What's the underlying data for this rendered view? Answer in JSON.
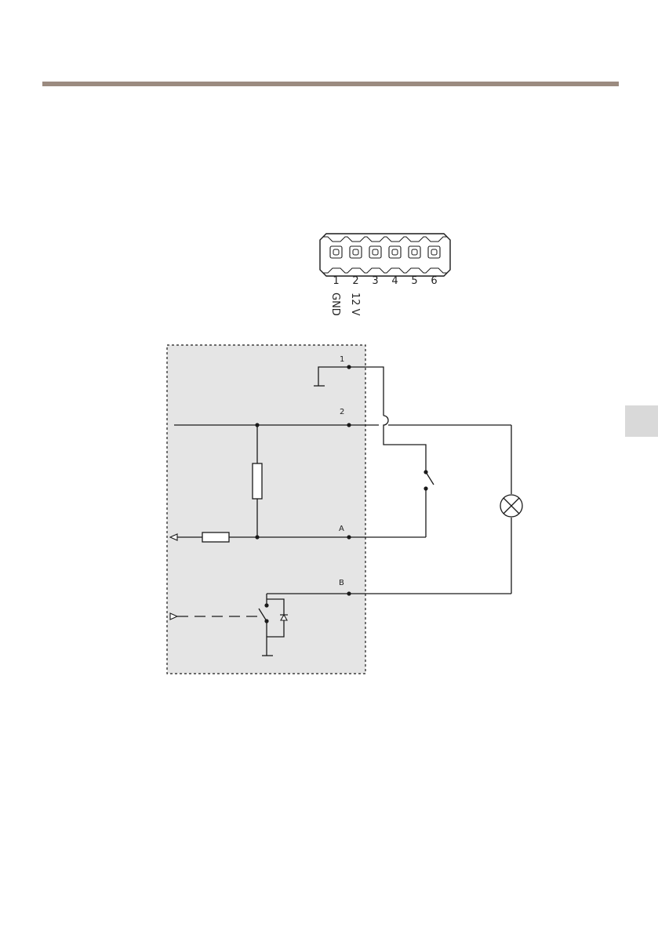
{
  "connector": {
    "pins": [
      {
        "number": "1",
        "signal": "GND"
      },
      {
        "number": "2",
        "signal": "12 V"
      },
      {
        "number": "3",
        "signal": ""
      },
      {
        "number": "4",
        "signal": ""
      },
      {
        "number": "5",
        "signal": ""
      },
      {
        "number": "6",
        "signal": ""
      }
    ]
  },
  "schematic": {
    "nodes": [
      {
        "label": "1"
      },
      {
        "label": "2"
      },
      {
        "label": "A"
      },
      {
        "label": "B"
      }
    ]
  },
  "colors": {
    "header_rule": "#9b8b80",
    "side_tab": "#d9d9d9",
    "device_area": "#e5e5e5",
    "line": "#1a1a1a"
  }
}
